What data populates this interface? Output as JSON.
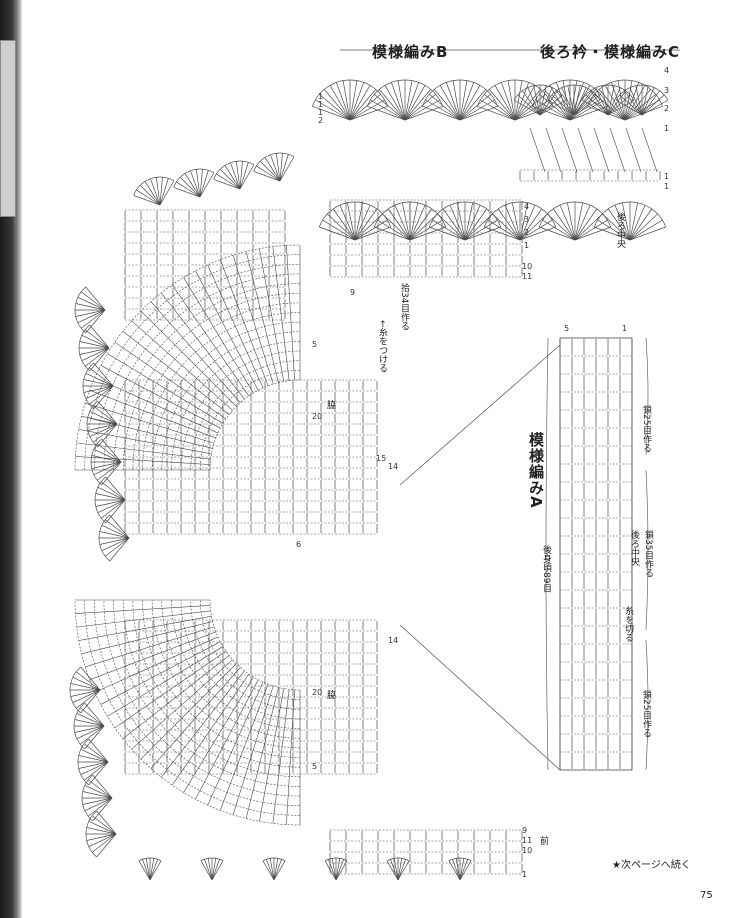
{
  "pattern_b_label": "模様編みB",
  "pattern_c_label": "後ろ衿・模様編みC",
  "pattern_a_label": "模様編みA",
  "notes": {
    "back_center_top": "後ろ中央",
    "collar_make": "拾34目作る",
    "attach_thread": "←糸をつける",
    "back_center_a": "後ろ中央",
    "chain_35": "鎖35目作る",
    "chain_25_top": "鎖25目作る",
    "chain_25_bottom": "鎖25目作る",
    "back_89": "後身頃89目",
    "cut_thread": "糸を切る",
    "armhole_top": "脇",
    "armhole_bottom": "脇",
    "front_label": "前",
    "continue_next": "★次ページへ続く"
  },
  "row_numbers": {
    "b_top": [
      "1",
      "1",
      "1",
      "2"
    ],
    "c_right": [
      "4",
      "3",
      "2",
      "1"
    ],
    "c_lower": [
      "1",
      "1"
    ],
    "b_lower": [
      "4",
      "3",
      "2",
      "1"
    ],
    "b_base": [
      "10",
      "11",
      "9"
    ],
    "yoke_top": [
      "5",
      "20",
      "15",
      "14"
    ],
    "yoke_bottom": [
      "14",
      "20",
      "5"
    ],
    "front_bottom": [
      "1",
      "10",
      "11",
      "9"
    ],
    "a_top_right": [
      "1",
      "5"
    ],
    "a_mid": [
      "6"
    ]
  },
  "page_number": "75"
}
